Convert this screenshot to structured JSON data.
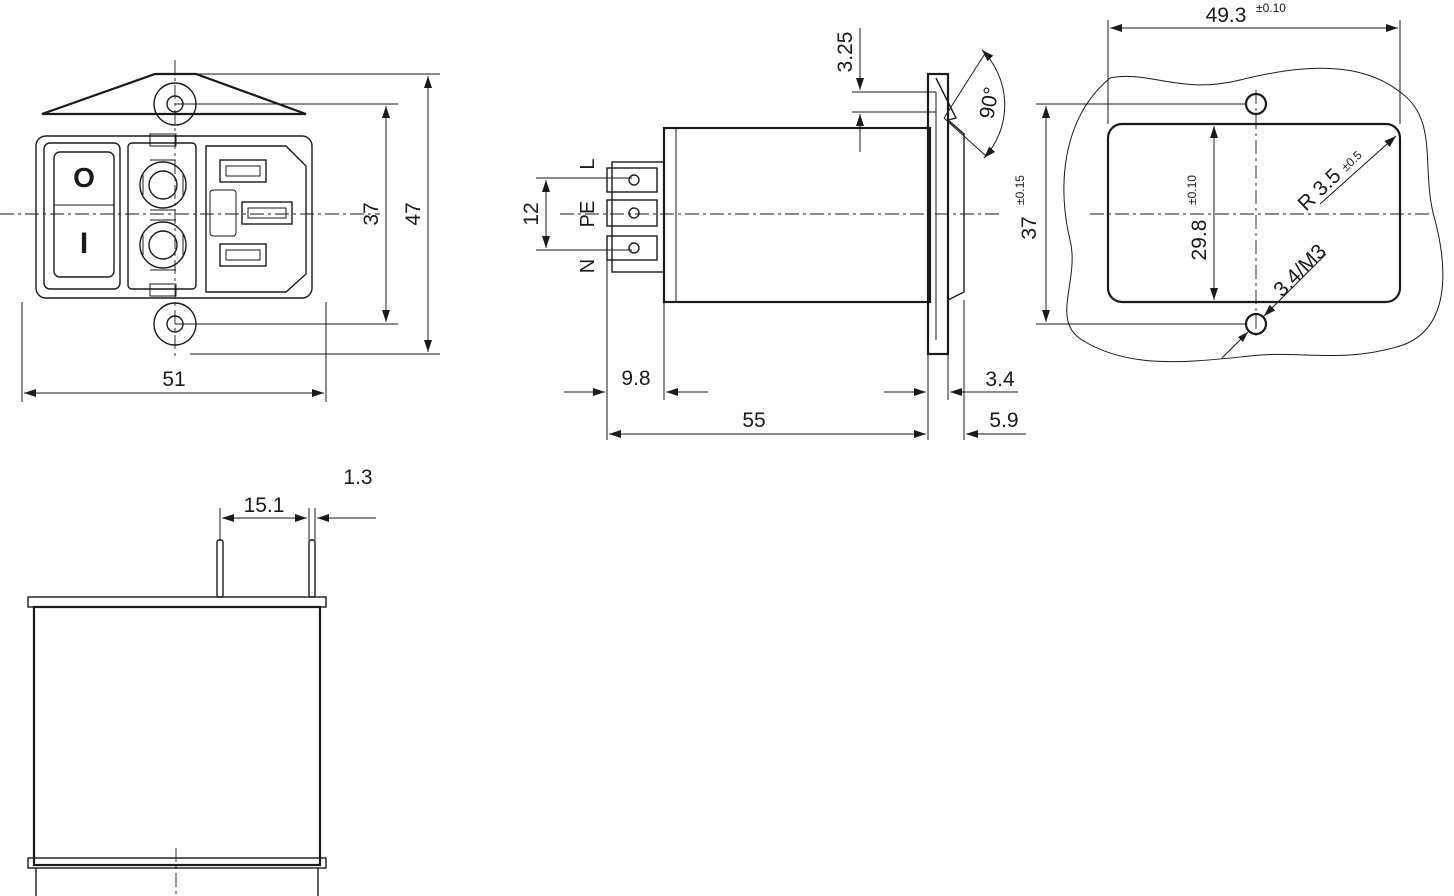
{
  "front_view": {
    "width_dim": "51",
    "hole_spacing_dim": "37",
    "height_dim": "47",
    "switch_on_symbol": "I",
    "switch_off_symbol": "O"
  },
  "side_view": {
    "pin_l": "L",
    "pin_pe": "PE",
    "pin_n": "N",
    "pin_spacing_dim": "12",
    "flange_gap_dim": "3.25",
    "angle_dim": "90°",
    "tab_length_dim": "9.8",
    "body_length_dim": "55",
    "flange_dim": "3.4",
    "front_depth_dim": "5.9"
  },
  "cutout_view": {
    "width_dim": "49.3",
    "width_tol": "±0.10",
    "height_dim": "37",
    "height_tol": "±0.15",
    "inner_height_dim": "29.8",
    "inner_height_tol": "±0.10",
    "radius_dim": "R 3.5",
    "radius_tol": "±0.5",
    "hole_dim": "3.4/M3"
  },
  "bottom_view": {
    "tab_spacing_dim": "15.1",
    "tab_width_dim": "1.3"
  }
}
